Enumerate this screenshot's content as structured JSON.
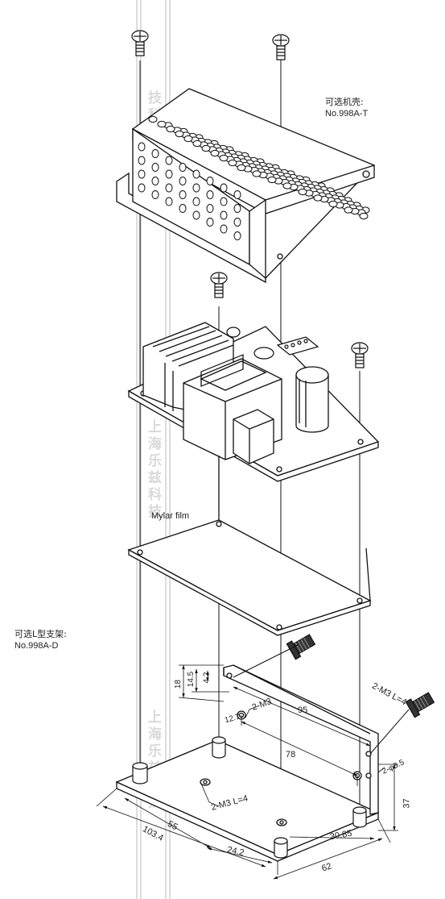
{
  "labels": {
    "case_title": "可选机壳:",
    "case_model": "No.998A-T",
    "film": "Mylar film",
    "bracket_title": "可选L型支架:",
    "bracket_model": "No.998A-D"
  },
  "watermark": {
    "top": "技科",
    "middle": "上海乐兹科技",
    "bottom": "上海乐兹科技"
  },
  "dimensions": {
    "d18": "18",
    "d14_5": "14.5",
    "d4_2": "4.2",
    "d95": "95",
    "d12_7": "12.7",
    "m3": "2-M3",
    "m3_screw": "2-M3 L=4",
    "d78": "78",
    "phi": "2-φ3.5",
    "d37": "37",
    "m3_base": "2-M3 L=4",
    "d55": "55",
    "d103_4": "103.4",
    "d24_2": "24.2",
    "d30_85": "30.85",
    "d62": "62"
  },
  "colors": {
    "line": "#111111",
    "watermark": "#d9d9d9",
    "guide": "#bbbbbb"
  }
}
